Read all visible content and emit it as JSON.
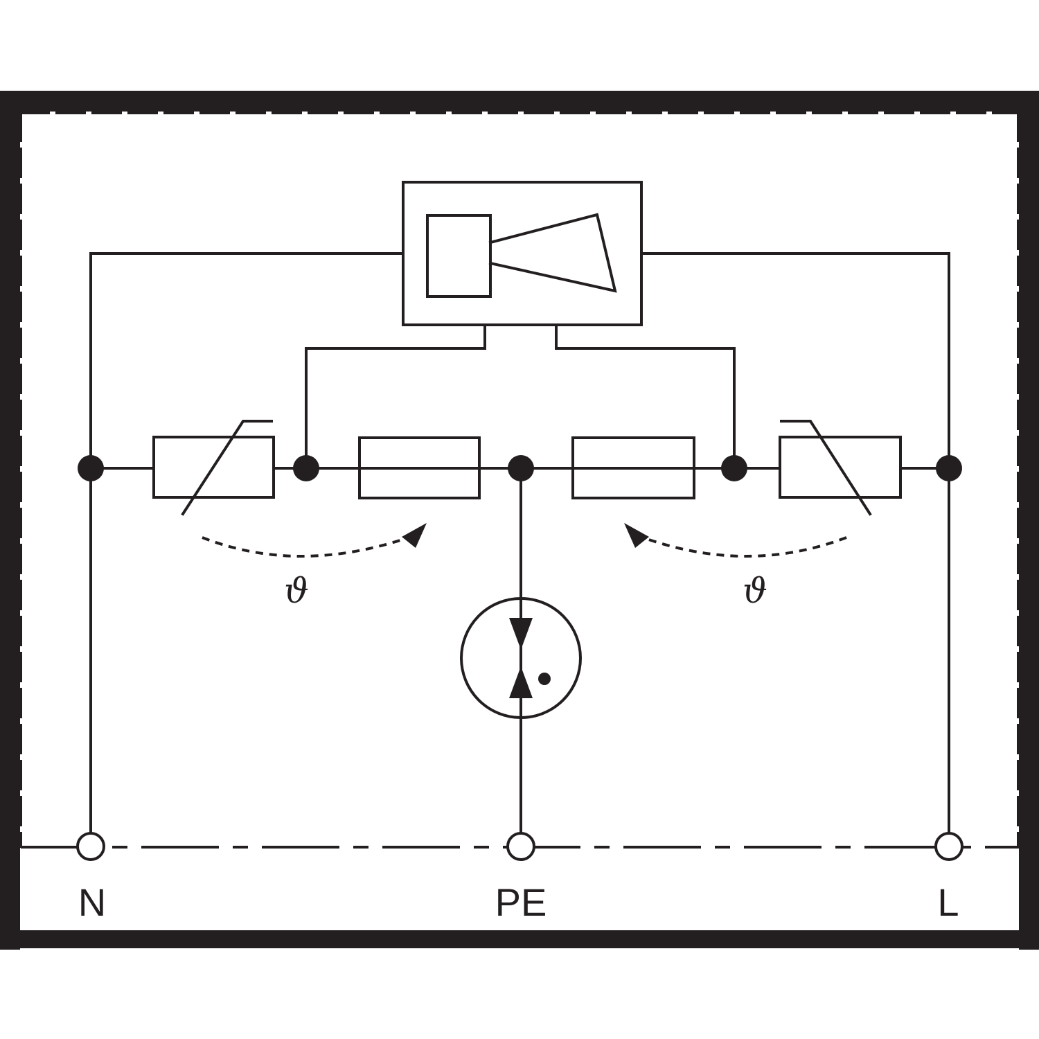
{
  "colors": {
    "ink": "#231f20",
    "background": "#ffffff"
  },
  "terminals": {
    "left": "N",
    "center": "PE",
    "right": "L"
  },
  "thermal_symbol": {
    "left": "ϑ",
    "right": "ϑ"
  }
}
